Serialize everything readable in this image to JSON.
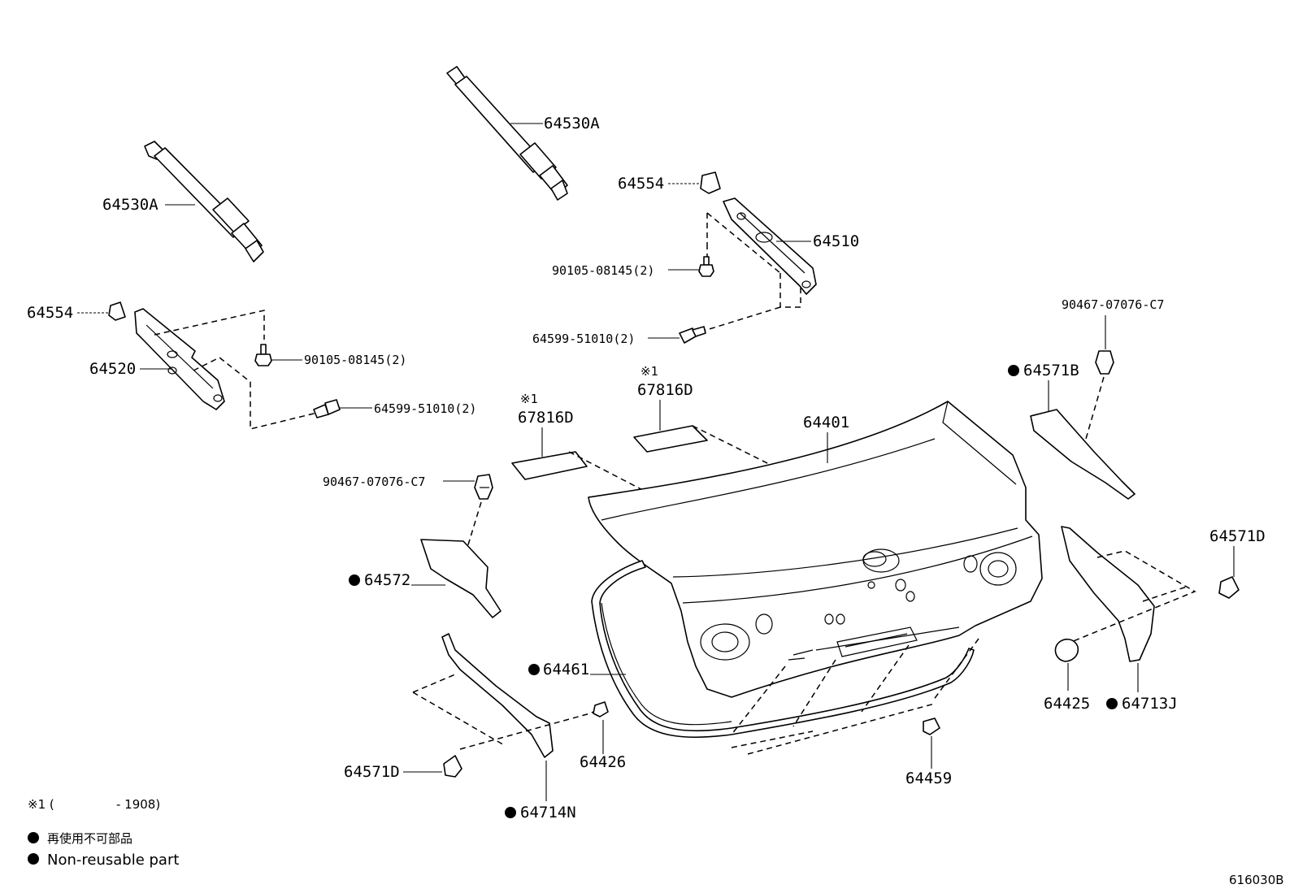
{
  "labels": {
    "strut_left": "64530A",
    "strut_right": "64530A",
    "stopper_right": "64554",
    "stopper_left": "64554",
    "hinge_right": "64510",
    "hinge_left": "64520",
    "bolt_right": "90105-08145(2)",
    "bolt_left": "90105-08145(2)",
    "screw_right": "64599-51010(2)",
    "screw_left": "64599-51010(2)",
    "note_mark_1": "※1",
    "note_mark_2": "※1",
    "label_plate_1": "67816D",
    "label_plate_2": "67816D",
    "trunk_lid": "64401",
    "clip_left": "90467-07076-C7",
    "clip_right": "90467-07076-C7",
    "trim_right_upper": "64571B",
    "trim_left_upper": "64572",
    "weatherstrip": "64461",
    "cushion_left": "64426",
    "cushion_right": "64425",
    "clip_d_left": "64571D",
    "clip_d_right": "64571D",
    "bumper": "64459",
    "trim_left_lower": "64714N",
    "trim_right_lower": "64713J"
  },
  "legend": {
    "note1_mark": "※1 (",
    "note1_range": "- 1908)",
    "non_reusable_jp": "再使用不可部品",
    "non_reusable_en": "Non-reusable part"
  },
  "figure_id": "616030B"
}
